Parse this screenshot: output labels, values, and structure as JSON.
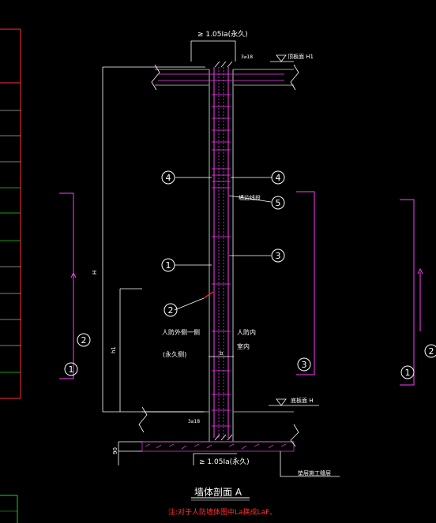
{
  "drawing": {
    "dim_top": "≥ 1.05Ia(永久)",
    "dim_bottom": "≥ 1.05Ia(永久)",
    "top_level_label": "顶板面 H1",
    "bottom_level_label": "底板面 H",
    "top_rebar_note": "3⌀18",
    "bottom_rebar_note": "3⌀18",
    "wall_edge_label": "墙边线段",
    "base_label": "垫层施工缝层",
    "left_side_label": "人防外侧一侧",
    "left_side_sub": "(永久侧)",
    "right_side_label": "人防内",
    "right_side_sub": "室内",
    "height_label": "H",
    "height_label_small": "h1",
    "thickness_label": "b",
    "side_dim": "90",
    "callouts": [
      "4",
      "4",
      "5",
      "1",
      "3",
      "2"
    ],
    "left_marks": [
      "2",
      "1"
    ],
    "mid_mark": "3",
    "right_marks": [
      "1",
      "2"
    ],
    "section_title": "墙体剖面 A",
    "footnote": "注:对于人防墙体图中La换成LaF。"
  },
  "colors": {
    "line": "#ffffff",
    "rebar": "#ff3cff",
    "wall": "#7f7f7f",
    "table_border": "#ff3030",
    "table_green": "#20d020",
    "footnote": "#ff3030",
    "hatch": "#c040c0"
  }
}
